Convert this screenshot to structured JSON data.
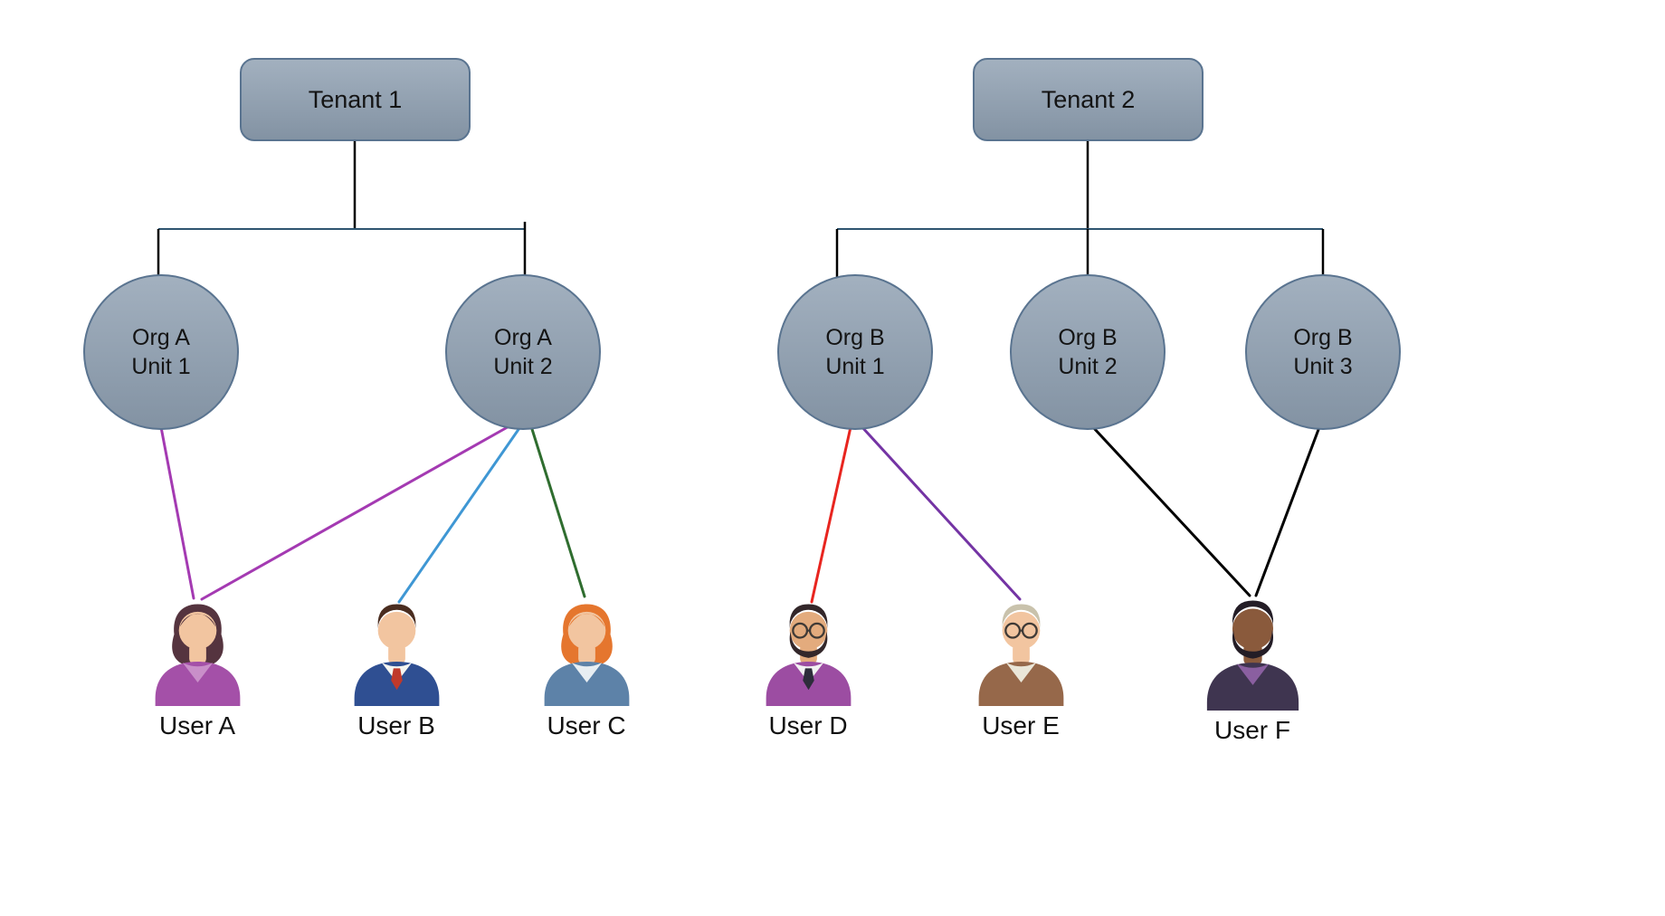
{
  "colors": {
    "page_bg": "#ffffff",
    "node_fill": "#8e9fb1",
    "node_border": "#5a7490",
    "node_text": "#141414",
    "tree_line": "#000000",
    "tree_hbar": "#2f5570"
  },
  "diagram": {
    "tenants": [
      {
        "label": "Tenant 1",
        "units": [
          {
            "line1": "Org A",
            "line2": "Unit 1"
          },
          {
            "line1": "Org A",
            "line2": "Unit 2"
          }
        ]
      },
      {
        "label": "Tenant 2",
        "units": [
          {
            "line1": "Org B",
            "line2": "Unit 1"
          },
          {
            "line1": "Org B",
            "line2": "Unit 2"
          },
          {
            "line1": "Org B",
            "line2": "Unit 3"
          }
        ]
      }
    ],
    "users": [
      {
        "label": "User A",
        "colors": {
          "skin": "#f2c5a0",
          "hair": "#55343f",
          "top": "#a450a8",
          "inner": "#c98fc9"
        }
      },
      {
        "label": "User B",
        "colors": {
          "skin": "#f2c5a0",
          "hair": "#4a2d20",
          "top": "#2f4f92",
          "inner": "#f5f5f0",
          "tie": "#c0392b"
        }
      },
      {
        "label": "User C",
        "colors": {
          "skin": "#f2c5a0",
          "hair": "#e5762e",
          "top": "#5d82a8",
          "inner": "#e8eef2"
        }
      },
      {
        "label": "User D",
        "colors": {
          "skin": "#e3ab7d",
          "hair": "#33272a",
          "top": "#9c4da2",
          "inner": "#f2f2f2",
          "tie": "#2d2d3a"
        }
      },
      {
        "label": "User E",
        "colors": {
          "skin": "#f2c5a0",
          "hair": "#c9c2ac",
          "top": "#96684a",
          "inner": "#eae6d8"
        }
      },
      {
        "label": "User F",
        "colors": {
          "skin": "#8a5a3c",
          "hair": "#241d26",
          "top": "#3f3550",
          "inner": "#8a5fa0"
        }
      }
    ],
    "connections": [
      {
        "from": "Org A Unit 1",
        "to": "User A",
        "color": "#a43ab2"
      },
      {
        "from": "Org A Unit 2",
        "to": "User A",
        "color": "#a43ab2"
      },
      {
        "from": "Org A Unit 2",
        "to": "User B",
        "color": "#3f97d4"
      },
      {
        "from": "Org A Unit 2",
        "to": "User C",
        "color": "#2f6d2f"
      },
      {
        "from": "Org B Unit 1",
        "to": "User D",
        "color": "#e8251f"
      },
      {
        "from": "Org B Unit 1",
        "to": "User E",
        "color": "#7434a4"
      },
      {
        "from": "Org B Unit 2",
        "to": "User F",
        "color": "#000000"
      },
      {
        "from": "Org B Unit 3",
        "to": "User F",
        "color": "#000000"
      }
    ]
  }
}
